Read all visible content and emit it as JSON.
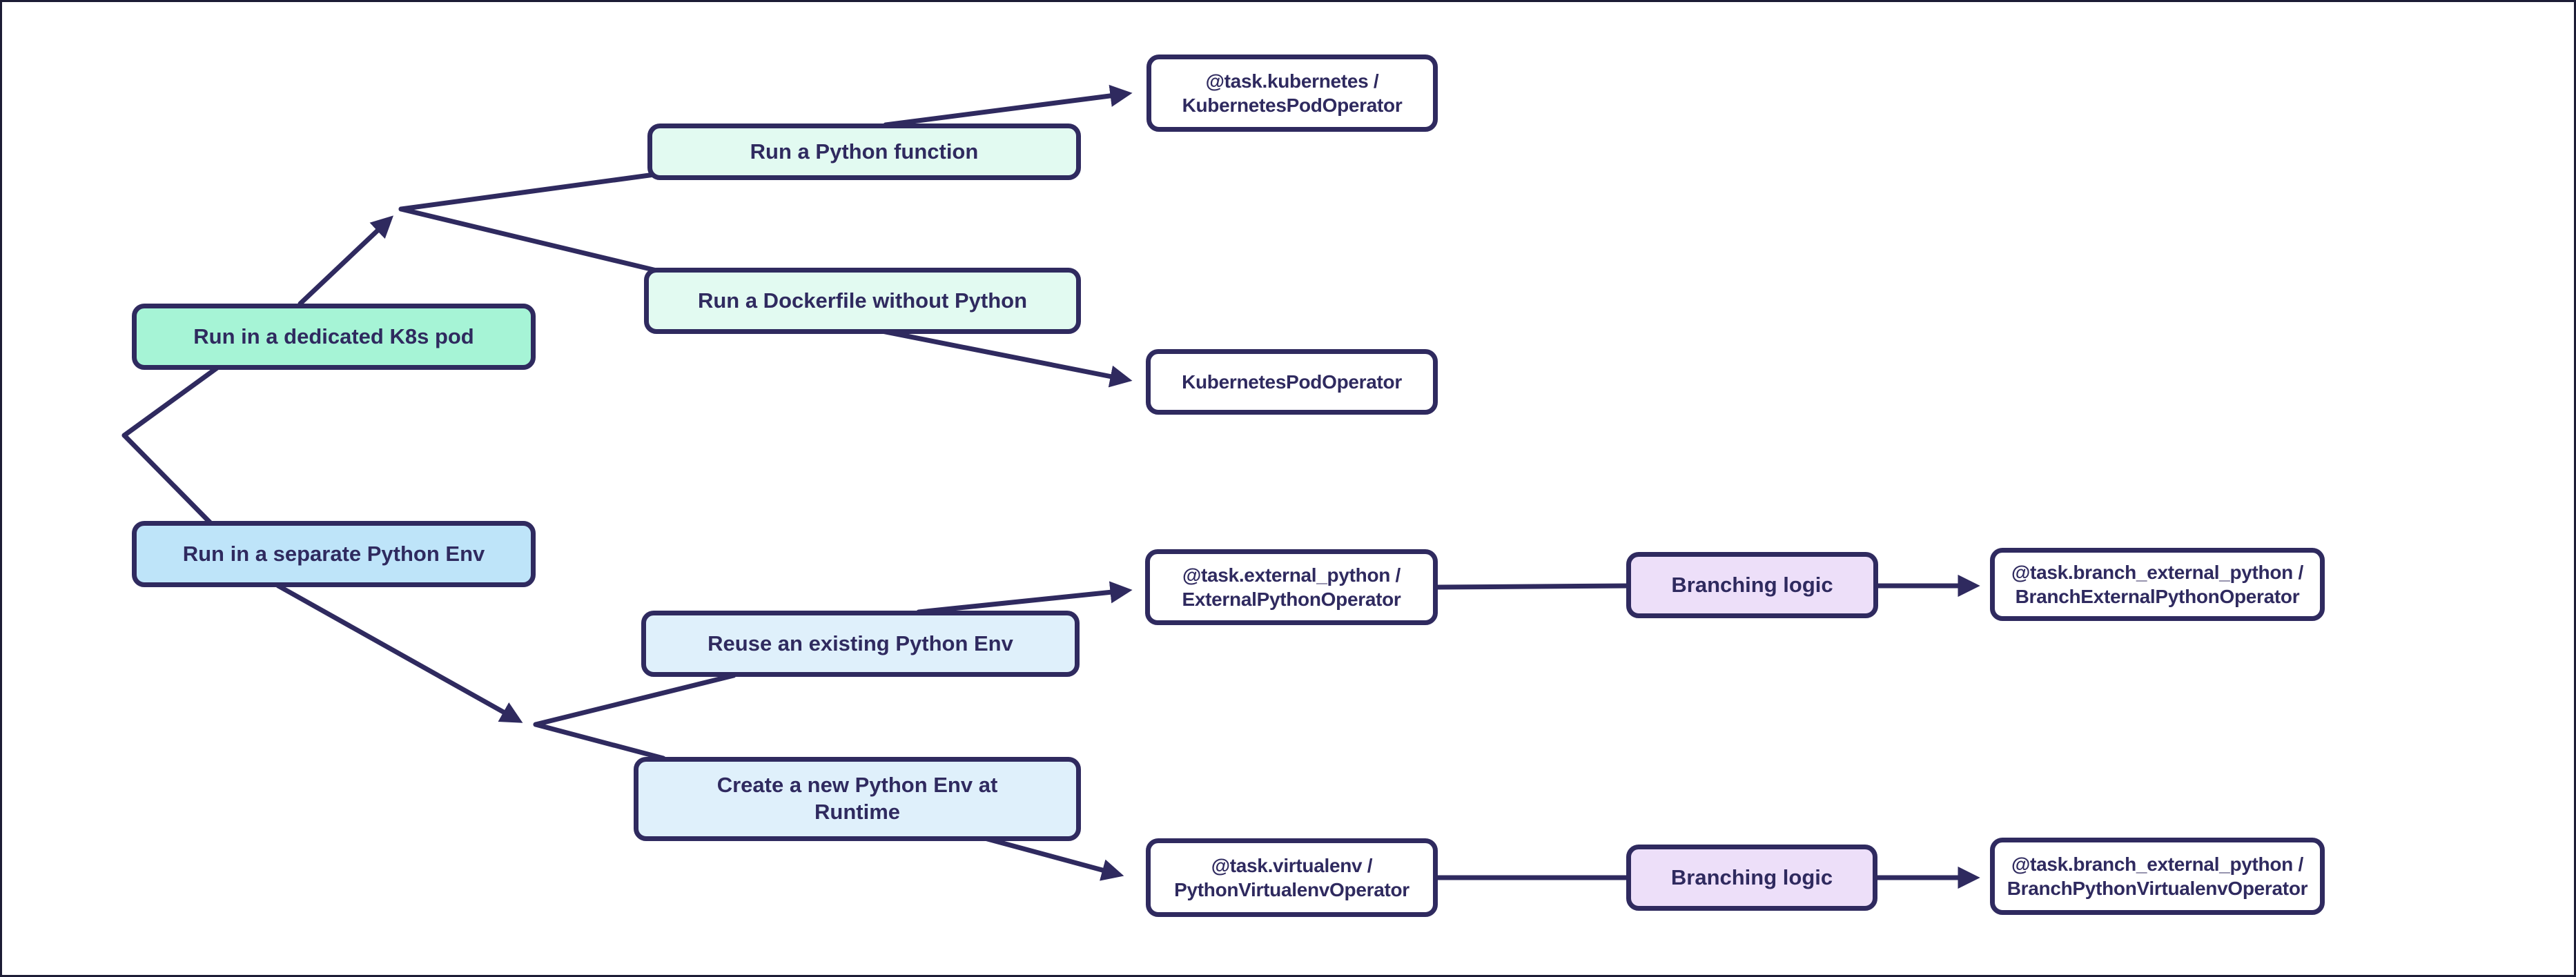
{
  "diagram": {
    "title": "Airflow task environment decision flowchart",
    "palette": {
      "ink": "#2f2a5f",
      "mint": "#a6f4d6",
      "mint_light": "#e2faf1",
      "blue": "#bee4f9",
      "blue_light": "#dff0fb",
      "lavender": "#eddff9",
      "white": "#ffffff",
      "frame": "#1d1d35"
    },
    "nodes": [
      {
        "id": "dedicated-k8s-pod",
        "label": "Run in a dedicated K8s pod",
        "fill": "mint"
      },
      {
        "id": "separate-python-env",
        "label": "Run in a separate Python Env",
        "fill": "blue"
      },
      {
        "id": "run-python-function",
        "label": "Run a Python function",
        "fill": "mint_light"
      },
      {
        "id": "run-dockerfile",
        "label": "Run a Dockerfile without Python",
        "fill": "mint_light"
      },
      {
        "id": "task-kubernetes",
        "label": "@task.kubernetes /\nKubernetesPodOperator",
        "fill": "white"
      },
      {
        "id": "kubernetes-pod-operator",
        "label": "KubernetesPodOperator",
        "fill": "white"
      },
      {
        "id": "reuse-existing-env",
        "label": "Reuse an existing Python Env",
        "fill": "blue_light"
      },
      {
        "id": "create-new-env",
        "label": "Create a new Python Env at\nRuntime",
        "fill": "blue_light"
      },
      {
        "id": "task-external-python",
        "label": "@task.external_python /\nExternalPythonOperator",
        "fill": "white"
      },
      {
        "id": "branching-logic-1",
        "label": "Branching logic",
        "fill": "lavender"
      },
      {
        "id": "task-branch-external-python",
        "label": "@task.branch_external_python /\nBranchExternalPythonOperator",
        "fill": "white"
      },
      {
        "id": "task-virtualenv",
        "label": "@task.virtualenv /\nPythonVirtualenvOperator",
        "fill": "white"
      },
      {
        "id": "branching-logic-2",
        "label": "Branching logic",
        "fill": "lavender"
      },
      {
        "id": "task-branch-python-virtualenv",
        "label": "@task.branch_external_python /\nBranchPythonVirtualenvOperator",
        "fill": "white"
      }
    ]
  }
}
